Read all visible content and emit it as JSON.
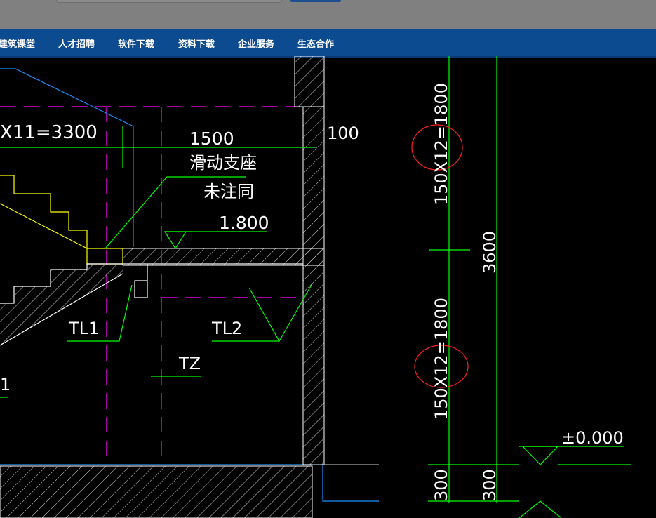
{
  "nav": {
    "items": [
      "建筑课堂",
      "人才招聘",
      "软件下载",
      "资料下载",
      "企业服务",
      "生态合作"
    ]
  },
  "drawing": {
    "labels": {
      "stair_run": "X11=3300",
      "span_1500": "1500",
      "dim_100": "100",
      "slide_support": "滑动支座",
      "same_note": "未注同",
      "elev_1800": "1.800",
      "beam_tl1": "TL1",
      "beam_tl2": "TL2",
      "column_tz": "TZ",
      "left_cut": "1",
      "dim_upper": "150X12=1800",
      "dim_lower": "150X12=1800",
      "dim_total": "3600",
      "dim_300a": "300",
      "dim_300b": "300",
      "elev_0": "±0.000"
    },
    "colors": {
      "background": "#000000",
      "dimension": "#00ff00",
      "stair_outline": "#ffff00",
      "axis": "#ff00ff",
      "structure": "#ffffff",
      "hatch": "#d0d0d0",
      "blue_line": "#1e90ff",
      "markup_circle": "#ff2020",
      "nav_bg": "#0d4b91"
    }
  }
}
